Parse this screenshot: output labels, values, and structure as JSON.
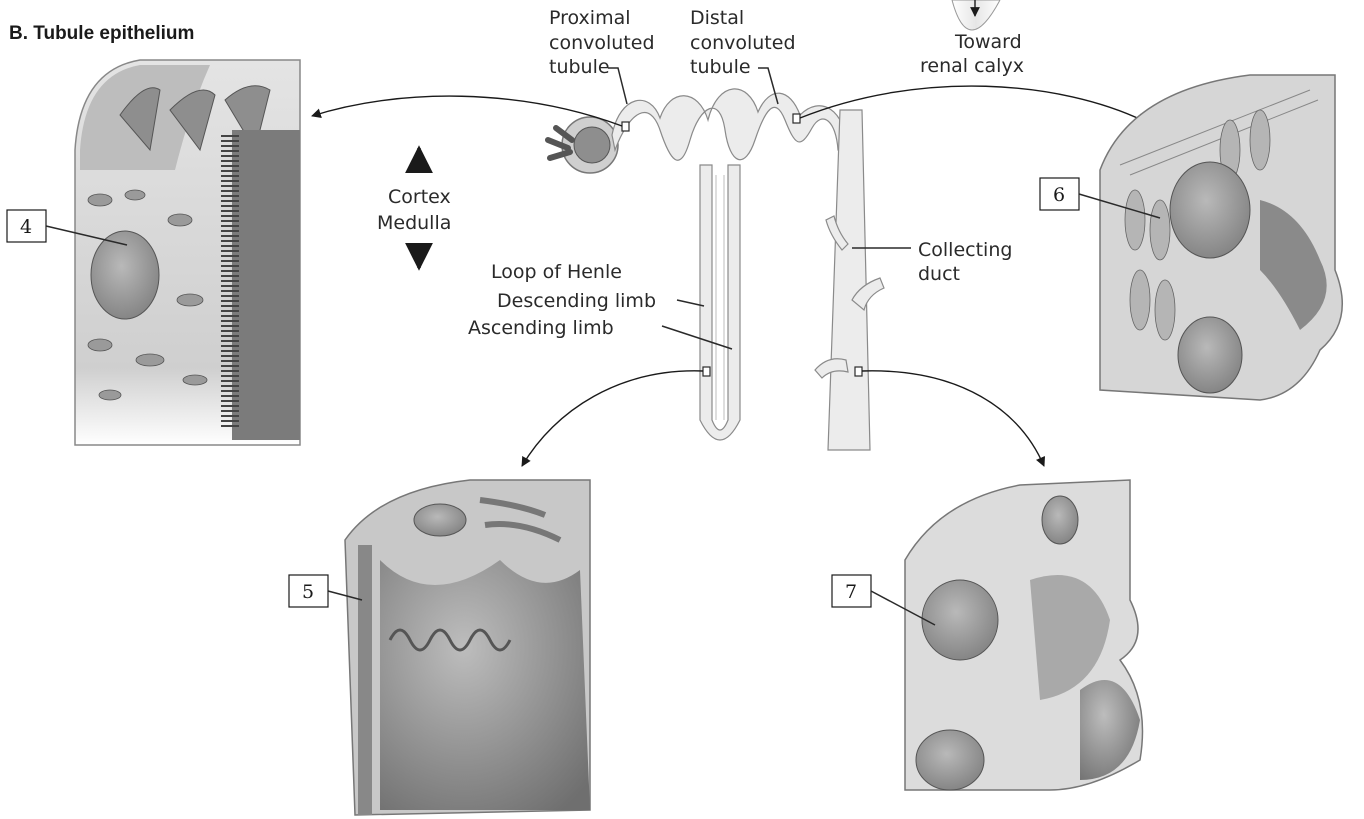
{
  "title": "B. Tubule epithelium",
  "labels": {
    "proximal": [
      "Proximal",
      "convoluted",
      "tubule"
    ],
    "distal": [
      "Distal",
      "convoluted",
      "tubule"
    ],
    "toward": [
      "Toward",
      "renal calyx"
    ],
    "cortex": "Cortex",
    "medulla": "Medulla",
    "loop": "Loop of Henle",
    "descending": "Descending limb",
    "ascending": "Ascending limb",
    "collecting": [
      "Collecting",
      "duct"
    ]
  },
  "callouts": [
    "4",
    "5",
    "6",
    "7"
  ],
  "colors": {
    "tissue_dark": "#6e6e6e",
    "tissue_mid": "#a9a9a9",
    "tissue_light": "#d9d9d9",
    "nucleus": "#8c8c8c"
  }
}
